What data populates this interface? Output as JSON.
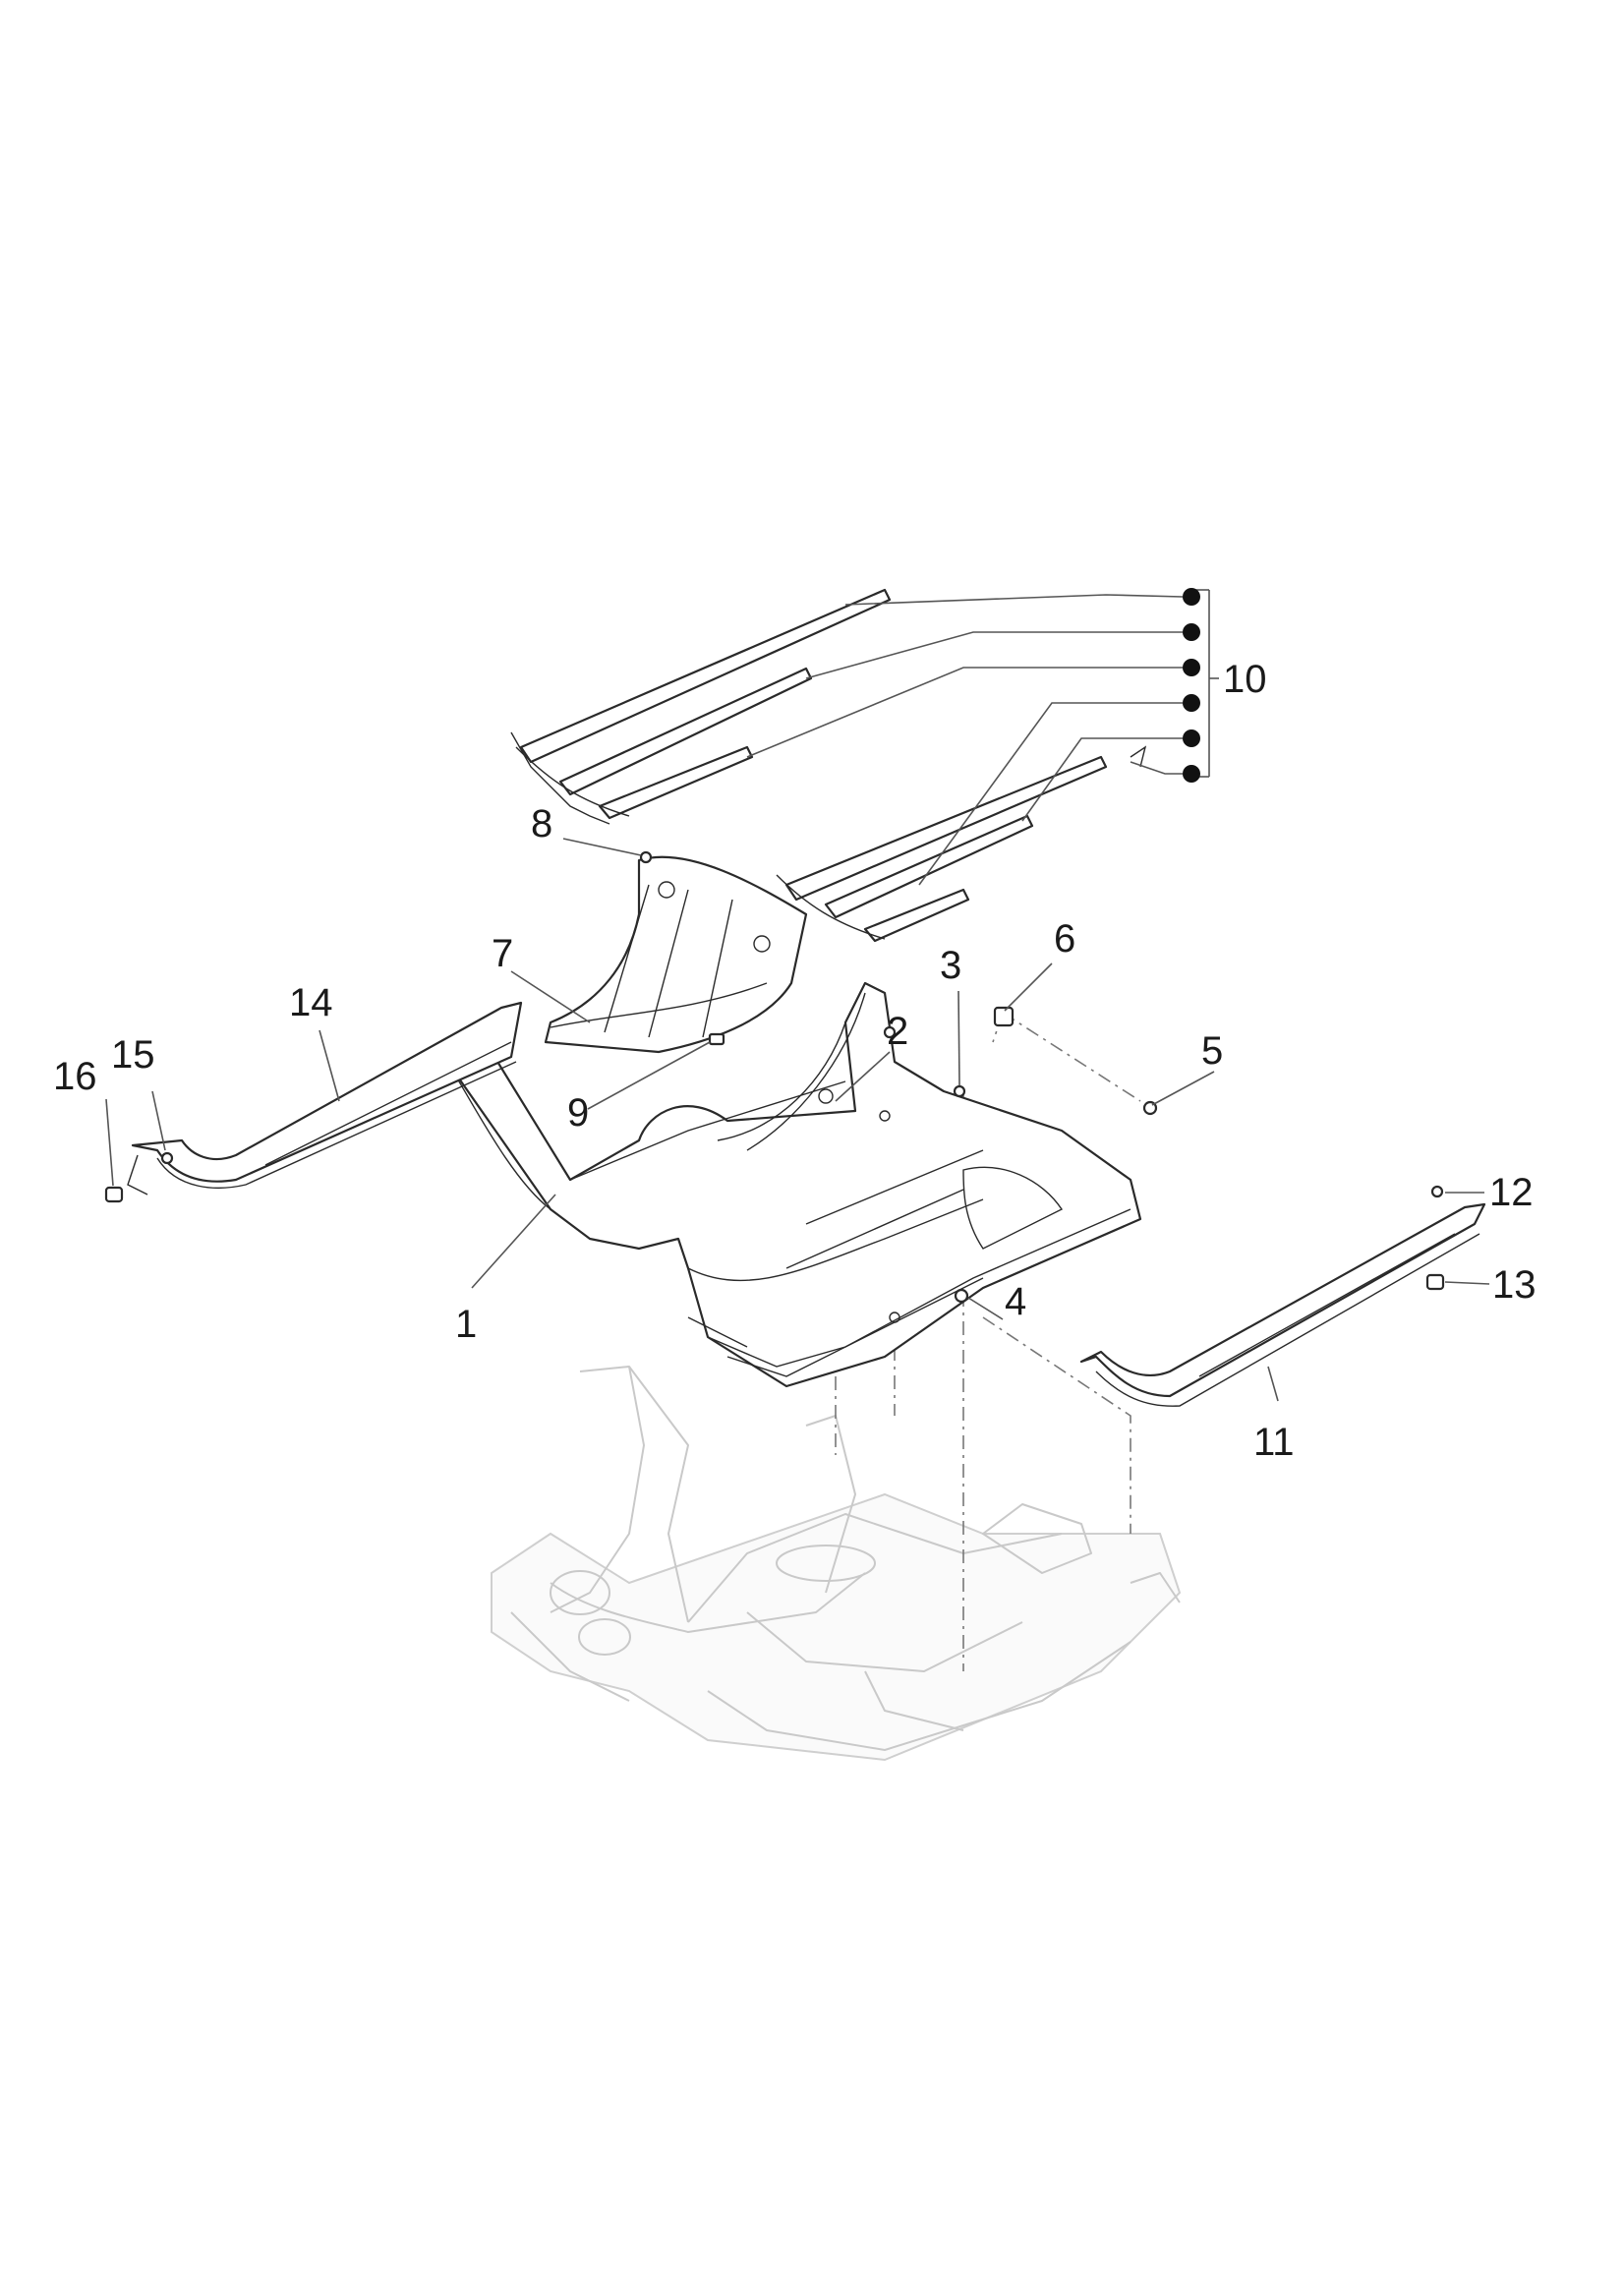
{
  "diagram": {
    "callouts": [
      {
        "id": "c1",
        "text": "1"
      },
      {
        "id": "c2",
        "text": "2"
      },
      {
        "id": "c3",
        "text": "3"
      },
      {
        "id": "c4",
        "text": "4"
      },
      {
        "id": "c5",
        "text": "5"
      },
      {
        "id": "c6",
        "text": "6"
      },
      {
        "id": "c7",
        "text": "7"
      },
      {
        "id": "c8",
        "text": "8"
      },
      {
        "id": "c9",
        "text": "9"
      },
      {
        "id": "c10",
        "text": "10"
      },
      {
        "id": "c11",
        "text": "11"
      },
      {
        "id": "c12",
        "text": "12"
      },
      {
        "id": "c13",
        "text": "13"
      },
      {
        "id": "c14",
        "text": "14"
      },
      {
        "id": "c15",
        "text": "15"
      },
      {
        "id": "c16",
        "text": "16"
      }
    ],
    "colors": {
      "line": "#2a2a2a",
      "ghost_frame": "#c9c9c9",
      "background": "#ffffff"
    }
  }
}
